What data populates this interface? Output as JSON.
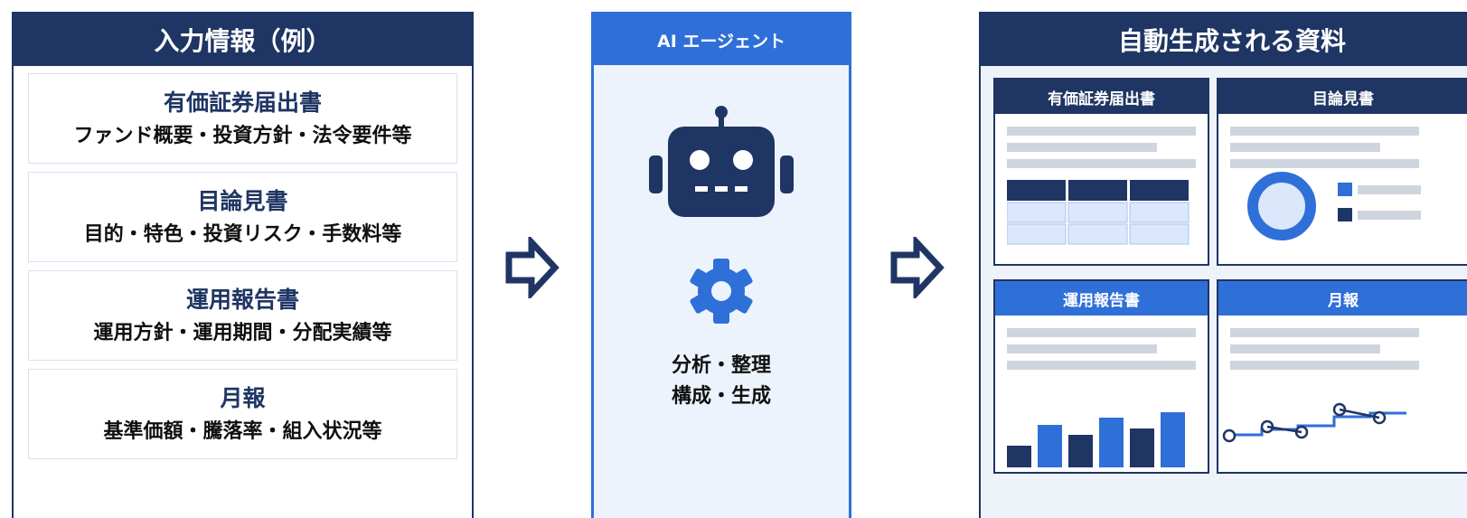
{
  "input_panel": {
    "title": "入力情報（例）",
    "items": [
      {
        "title": "有価証券届出書",
        "desc": "ファンド概要・投資方針・法令要件等"
      },
      {
        "title": "目論見書",
        "desc": "目的・特色・投資リスク・手数料等"
      },
      {
        "title": "運用報告書",
        "desc": "運用方針・運用期間・分配実績等"
      },
      {
        "title": "月報",
        "desc": "基準価額・騰落率・組入状況等"
      }
    ]
  },
  "agent_panel": {
    "title": "AI エージェント",
    "line1": "分析・整理",
    "line2": "構成・生成",
    "icons": [
      "robot-icon",
      "gear-icon"
    ]
  },
  "output_panel": {
    "title": "自動生成される資料",
    "docs": [
      {
        "title": "有価証券届出書",
        "visual": "table"
      },
      {
        "title": "目論見書",
        "visual": "donut-with-legend"
      },
      {
        "title": "運用報告書",
        "visual": "bar-chart"
      },
      {
        "title": "月報",
        "visual": "line-chart"
      }
    ]
  },
  "colors": {
    "navy": "#1f3564",
    "blue": "#2f6fd8",
    "light_blue": "#dbe7fb",
    "gray_line": "#cfd5de"
  }
}
